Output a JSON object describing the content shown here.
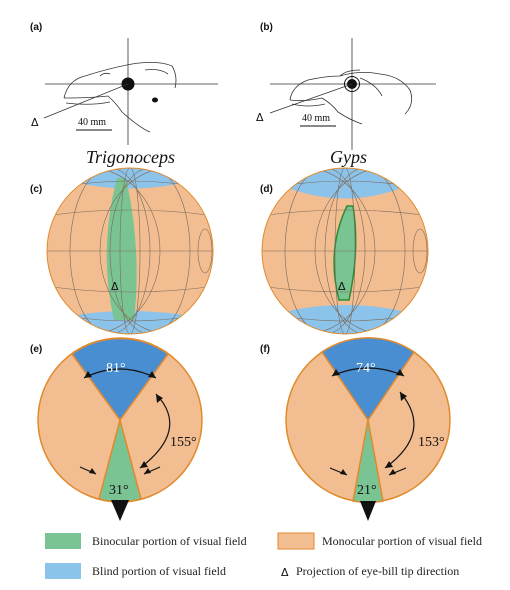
{
  "panels": {
    "a": {
      "letter": "(a)",
      "scale": "40 mm",
      "marker": "Δ"
    },
    "b": {
      "letter": "(b)",
      "scale": "40 mm",
      "marker": "Δ"
    },
    "c": {
      "letter": "(c)"
    },
    "d": {
      "letter": "(d)"
    },
    "e": {
      "letter": "(e)",
      "blind_angle": "81°",
      "monocular_angle": "155°",
      "binocular_angle": "31°"
    },
    "f": {
      "letter": "(f)",
      "blind_angle": "74°",
      "monocular_angle": "153°",
      "binocular_angle": "21°"
    }
  },
  "species": {
    "left": "Trigonoceps",
    "right": "Gyps"
  },
  "legend": {
    "binocular": "Binocular portion of visual field",
    "monocular": "Monocular portion of visual field",
    "blind": "Blind portion of visual field",
    "projection_symbol": "Δ",
    "projection": "Projection of eye-bill tip direction"
  },
  "colors": {
    "binocular": "#7ac493",
    "monocular": "#f2bd91",
    "blind": "#8cc3ea",
    "blind_dark": "#4a8ed2",
    "outline": "#e08a2c",
    "binocular_outline": "#2e8b34"
  }
}
